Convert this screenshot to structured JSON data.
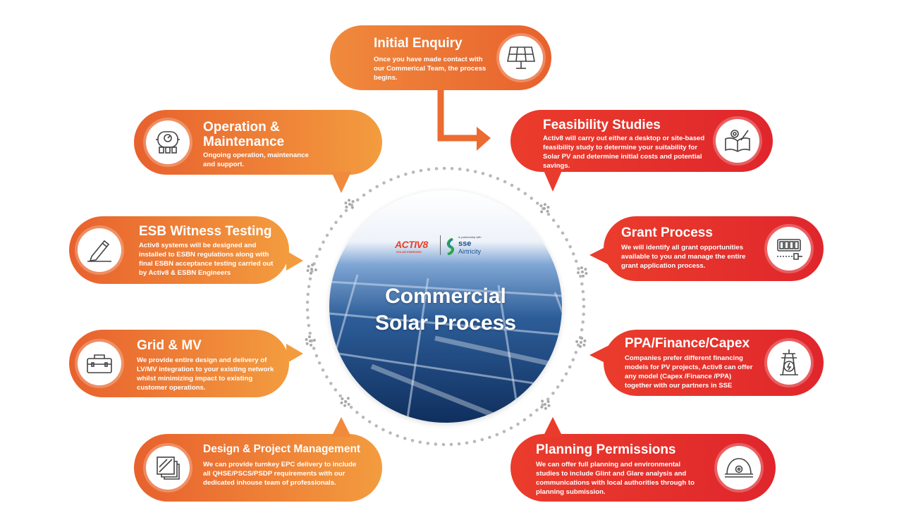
{
  "center": {
    "title_line1": "Commercial",
    "title_line2": "Solar Process",
    "logo_left": "ACTIV8",
    "logo_left_sub": "SOLAR ENERGIES",
    "logo_right_small": "in partnership with",
    "logo_right_brand": "sse",
    "logo_right_name": "Airtricity"
  },
  "steps": [
    {
      "title": "Initial Enquiry",
      "desc": "Once you have made contact with our Commerical Team, the process begins.",
      "icon": "solar-panel-icon",
      "color": "#ec6b30"
    },
    {
      "title": "Feasibility Studies",
      "desc": "Activ8 will carry out either a desktop or site-based feasibility study to determine your suitability for Solar PV and determine initial costs and potential savings.",
      "icon": "book-gear-icon",
      "color": "#e53d2c"
    },
    {
      "title": "Grant Process",
      "desc": "We will identify all grant opportunities available to you and manage the entire grant application process.",
      "icon": "battery-plug-icon",
      "color": "#e2302c"
    },
    {
      "title": "PPA/Finance/Capex",
      "desc": "Companies prefer different financing models for PV projects, Activ8 can offer any model (Capex /Finance /PPA) together with our partners in SSE",
      "icon": "pylon-icon",
      "color": "#e2302c"
    },
    {
      "title": "Planning Permissions",
      "desc": "We can offer full planning and environmental studies to include Glint and Glare analysis and communications with local authorities through to planning submission.",
      "icon": "hard-hat-icon",
      "color": "#e53d2c"
    },
    {
      "title": "Design & Project Management",
      "desc": "We can provide turnkey EPC delivery to include all QHSE/PSCS/PSDP requirements with our dedicated inhouse team of professionals.",
      "icon": "blueprint-icon",
      "color": "#ec6b30"
    },
    {
      "title": "Grid & MV",
      "desc": "We provide entire design and delivery of LV/MV integration to your existing network whilst minimizing impact to existing customer operations.",
      "icon": "toolbox-icon",
      "color": "#ec6b30"
    },
    {
      "title": "ESB Witness Testing",
      "desc": "Activ8 systems will be designed and installed to ESBN regulations along with final ESBN acceptance testing carried out by Activ8 & ESBN Engineers",
      "icon": "pencil-icon",
      "color": "#f08a3c"
    },
    {
      "title": "Operation & Maintenance",
      "title_line1": "Operation &",
      "title_line2": "Maintenance",
      "desc": "Ongoing operation, maintenance and support.",
      "icon": "meter-icon",
      "color": "#f08a3c"
    }
  ]
}
